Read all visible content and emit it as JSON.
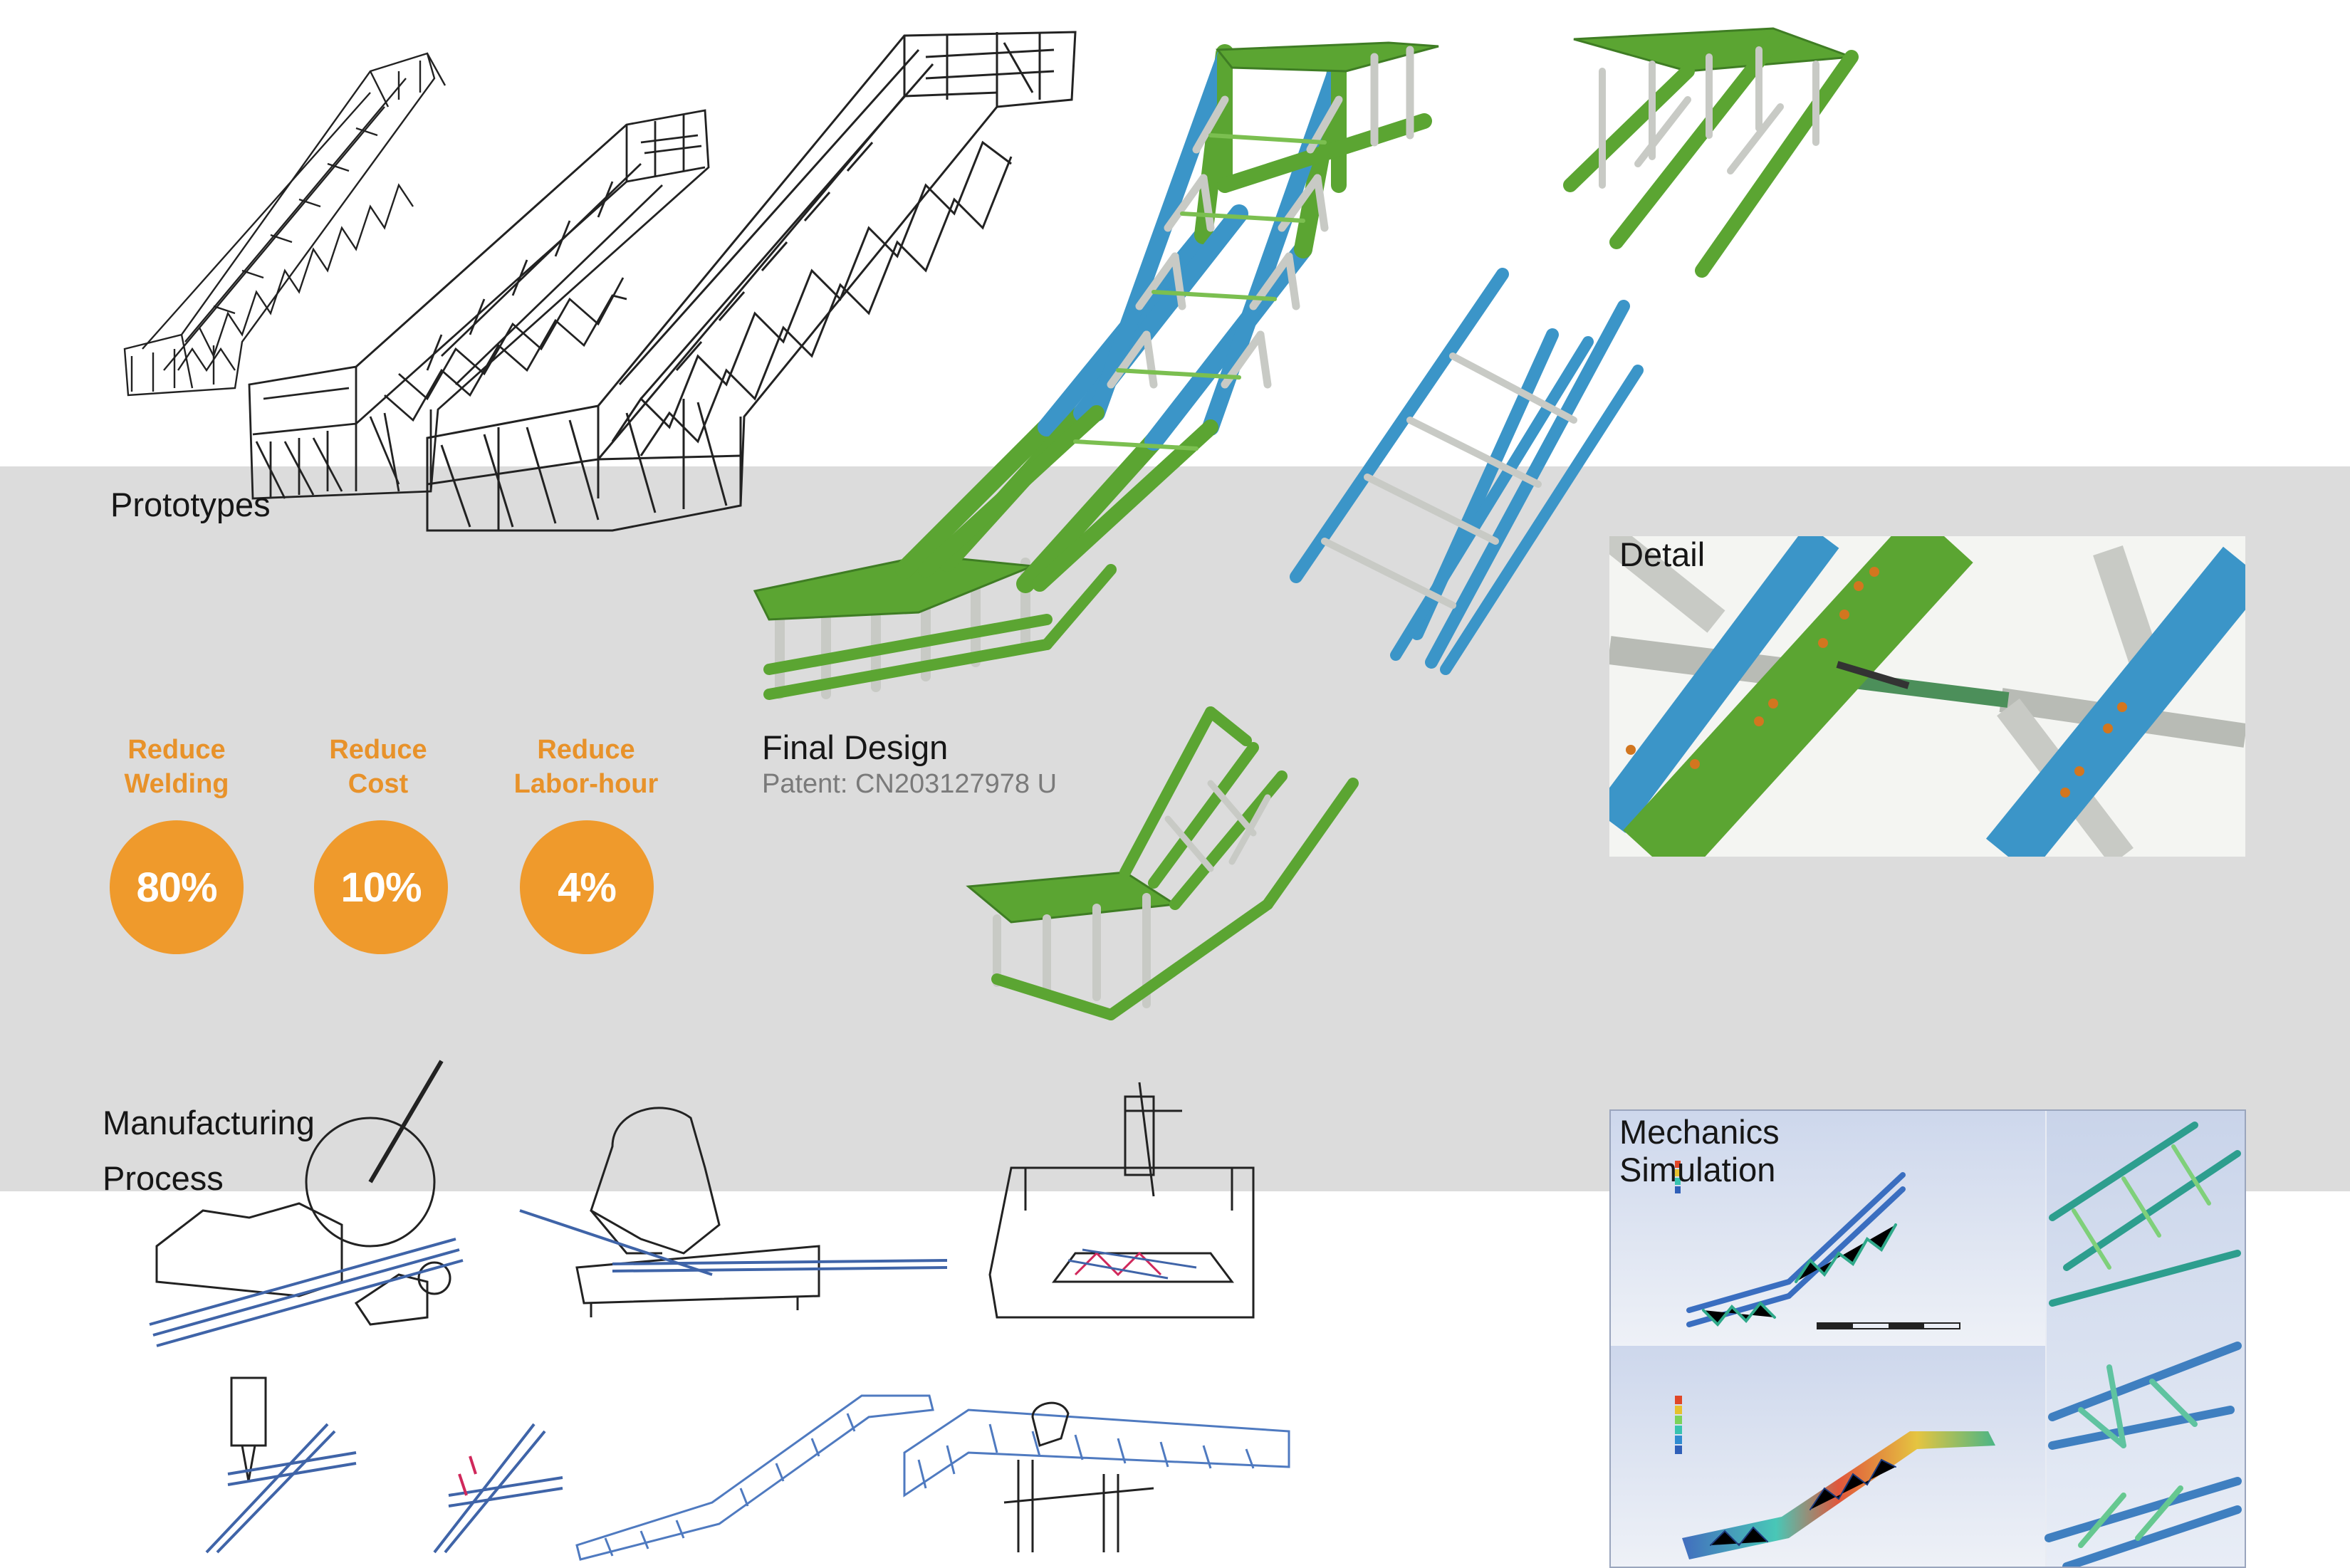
{
  "sections": {
    "prototypes": "Prototypes",
    "final_design": "Final Design",
    "patent": "Patent: CN203127978 U",
    "detail": "Detail",
    "manufacturing_line1": "Manufacturing",
    "manufacturing_line2": "Process",
    "mechanics_line1": "Mechanics",
    "mechanics_line2": "Simulation"
  },
  "stats": [
    {
      "line1": "Reduce",
      "line2": "Welding",
      "value": "80%"
    },
    {
      "line1": "Reduce",
      "line2": "Cost",
      "value": "10%"
    },
    {
      "line1": "Reduce",
      "line2": "Labor-hour",
      "value": "4%"
    }
  ],
  "colors": {
    "accent_orange": "#ef9a2c",
    "band_gray": "#dcdcdc",
    "truss_green": "#5ba532",
    "truss_blue": "#3b95c8",
    "truss_gray": "#cfd1cc",
    "sketch_blue": "#3f64a8"
  }
}
